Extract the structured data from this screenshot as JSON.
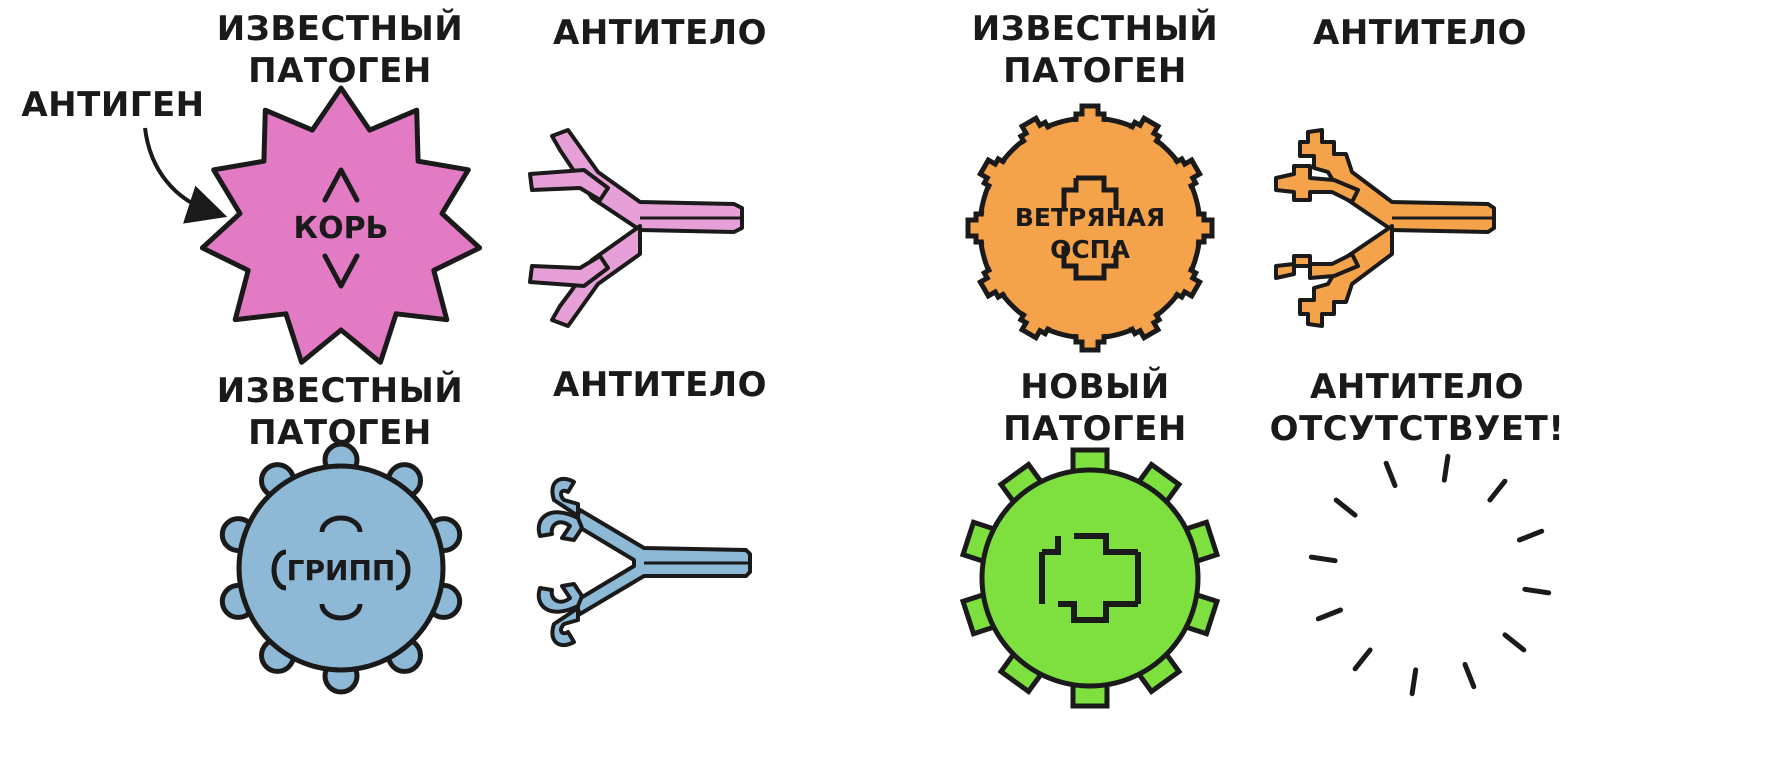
{
  "panels": {
    "measles": {
      "pathogen_line1": "ИЗВЕСТНЫЙ",
      "pathogen_line2": "ПАТОГЕН",
      "antibody": "АНТИТЕЛО",
      "antigen": "АНТИГЕН",
      "name": "КОРЬ",
      "color": "#e27bc4"
    },
    "chickenpox": {
      "pathogen_line1": "ИЗВЕСТНЫЙ",
      "pathogen_line2": "ПАТОГЕН",
      "antibody": "АНТИТЕЛО",
      "name_line1": "ВЕТРЯНАЯ",
      "name_line2": "ОСПА",
      "color": "#f5a34a"
    },
    "flu": {
      "pathogen_line1": "ИЗВЕСТНЫЙ",
      "pathogen_line2": "ПАТОГЕН",
      "antibody": "АНТИТЕЛО",
      "name": "ГРИПП",
      "color": "#8db8d6"
    },
    "new": {
      "pathogen_line1": "НОВЫЙ",
      "pathogen_line2": "ПАТОГЕН",
      "antibody_line1": "АНТИТЕЛО",
      "antibody_line2": "ОТСУТСТВУЕТ!",
      "color": "#7ee03f"
    }
  },
  "colors": {
    "outline": "#1a1a1a"
  }
}
